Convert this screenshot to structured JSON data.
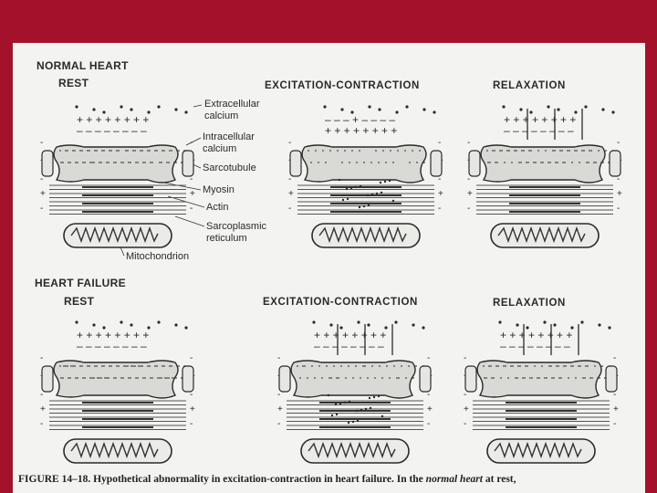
{
  "sections": {
    "normal": {
      "title_line1": "NORMAL HEART",
      "title_line2": "REST"
    },
    "failure": {
      "title_line1": "HEART FAILURE",
      "title_line2": "REST"
    }
  },
  "stages": {
    "normal_excitation": "EXCITATION-CONTRACTION",
    "normal_relaxation": "RELAXATION",
    "failure_excitation": "EXCITATION-CONTRACTION",
    "failure_relaxation": "RELAXATION"
  },
  "labels": {
    "extracellular_1": "Extracellular",
    "extracellular_2": "calcium",
    "intracellular_1": "Intracellular",
    "intracellular_2": "calcium",
    "sarcotubule": "Sarcotubule",
    "myosin": "Myosin",
    "actin": "Actin",
    "sarcoplasmic_1": "Sarcoplasmic",
    "sarcoplasmic_2": "reticulum",
    "mitochondrion": "Mitochondrion"
  },
  "caption": {
    "prefix": "FIGURE 14–18.  Hypothetical abnormality in excitation-contraction in heart failure. In the ",
    "italic": "normal heart",
    "suffix": " at rest,"
  },
  "colors": {
    "frame": "#a3122a",
    "paper": "#f3f3f1",
    "ink": "#2a2a2a"
  }
}
